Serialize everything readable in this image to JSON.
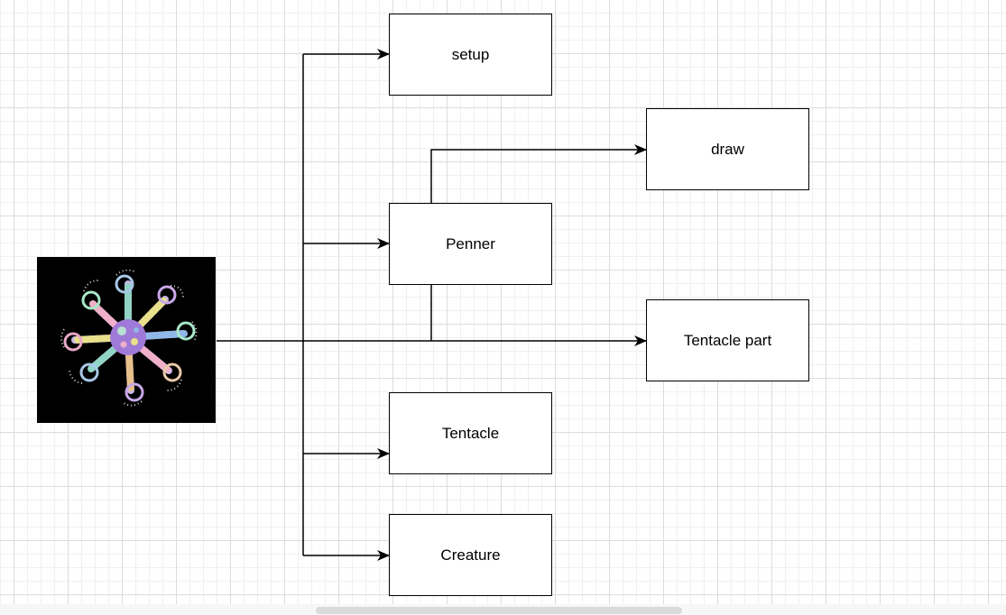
{
  "diagram": {
    "nodes": {
      "setup": "setup",
      "draw": "draw",
      "penner": "Penner",
      "tentacle_part": "Tentacle part",
      "tentacle": "Tentacle",
      "creature": "Creature"
    },
    "image": {
      "icon": "jellyfish-creature-icon"
    }
  }
}
